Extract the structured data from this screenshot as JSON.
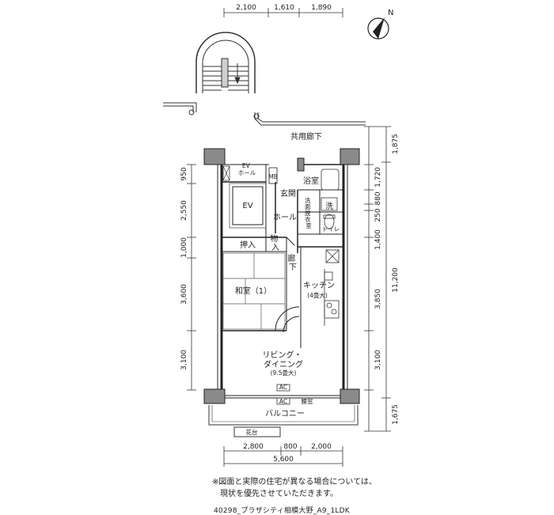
{
  "dimensions": {
    "top": [
      "2,100",
      "1,610",
      "1,890"
    ],
    "bottom_parts": [
      "2,800",
      "800",
      "2,000"
    ],
    "bottom_total": "5,600",
    "left": [
      "950",
      "2,550",
      "1,000",
      "3,600",
      "3,100"
    ],
    "right_inner": [
      "1,720",
      "880",
      "250",
      "1,400",
      "3,850",
      "3,100"
    ],
    "right_outer": [
      "1,875",
      "11,200",
      "1,675"
    ]
  },
  "rooms": {
    "corridor_common": "共用廊下",
    "ev_hall": "EV\nホール",
    "ev": "EV",
    "mb": "MB",
    "genkan": "玄関",
    "hall": "ホール",
    "bath": "浴室",
    "wash": "洗",
    "senmen": "洗面脱衣室",
    "toilet": "トイレ",
    "oshiire": "押入",
    "mono": "物入",
    "rouka": "廊下",
    "washitsu": "和室（1）",
    "kitchen": "キッチン",
    "kitchen_size": "(4畳大)",
    "living": "リビング・\nダイニング",
    "living_size": "(9.5畳大)",
    "ac1": "AC",
    "ac2": "AC",
    "koshimado": "腰窓",
    "balcony": "バルコニー",
    "kadai": "花台",
    "north": "N"
  },
  "note": "※図面と実際の住宅が異なる場合については、\n現状を優先させていただきます。",
  "caption": "40298_プラザシティ相模大野_A9_1LDK"
}
